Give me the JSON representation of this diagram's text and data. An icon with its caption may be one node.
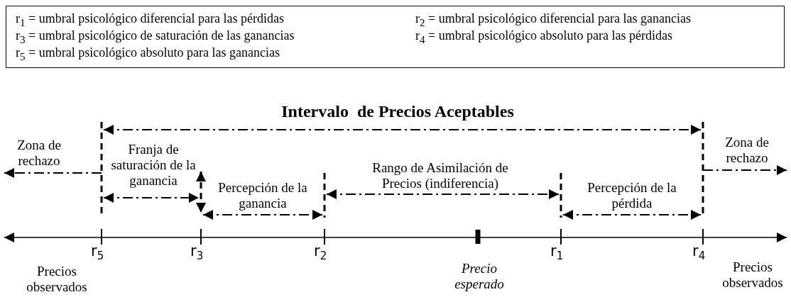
{
  "diagram": {
    "title": "Intervalo  de Precios Aceptables",
    "labels": [
      "r$_{1}$ = umbral psicológico diferencial para las pérdidas",
      "r$_{2}$ = umbral psicológico diferencial para las ganancias",
      "r$_{3}$ = umbral psicológico de saturación de las ganancias",
      "r$_{4}$ = umbral psicológico absoluto para las pérdidas",
      "r$_{5}$ = umbral psicológico absoluto para las ganancias",
      "Zona de rechazo",
      "Franja de saturación de la ganancia",
      "Percepción de la ganancia",
      "Rango de Asimilación de Precios (indiferencia)",
      "Percepción de la pérdida",
      "Zona de rechazo",
      "r$_{5}$",
      "r$_{3}$",
      "r$_{2}$",
      "r$_{1}$",
      "r$_{4}$",
      "Precios observados",
      "Precio esperado",
      "Precios observados"
    ]
  }
}
